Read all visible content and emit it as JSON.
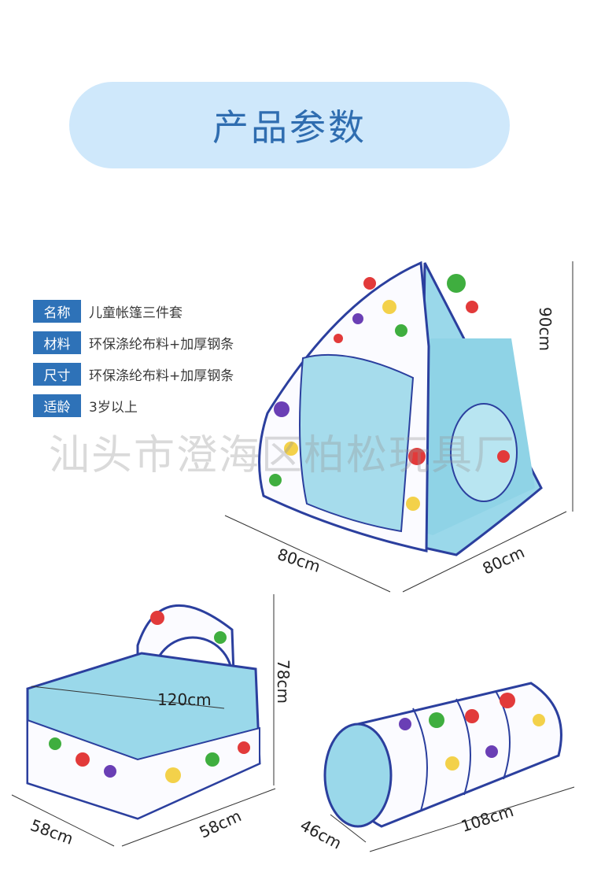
{
  "header": {
    "title": "产品参数"
  },
  "specs": [
    {
      "key": "名称",
      "value": "儿童帐篷三件套"
    },
    {
      "key": "材料",
      "value": "环保涤纶布料+加厚钢条"
    },
    {
      "key": "尺寸",
      "value": "环保涤纶布料+加厚钢条"
    },
    {
      "key": "适龄",
      "value": "3岁以上"
    }
  ],
  "watermark": "汕头市澄海区柏松玩具厂",
  "tent": {
    "height": "90cm",
    "width": "80cm",
    "depth": "80cm"
  },
  "ball_pit": {
    "diagonal": "120cm",
    "height": "78cm",
    "width": "58cm",
    "depth": "58cm"
  },
  "tunnel": {
    "length": "108cm",
    "diameter": "46cm"
  },
  "colors": {
    "accent": "#2e72b8",
    "pill": "#cfe8fb",
    "fabric_blue": "#9ad8ea",
    "trim": "#2b3f9e"
  }
}
